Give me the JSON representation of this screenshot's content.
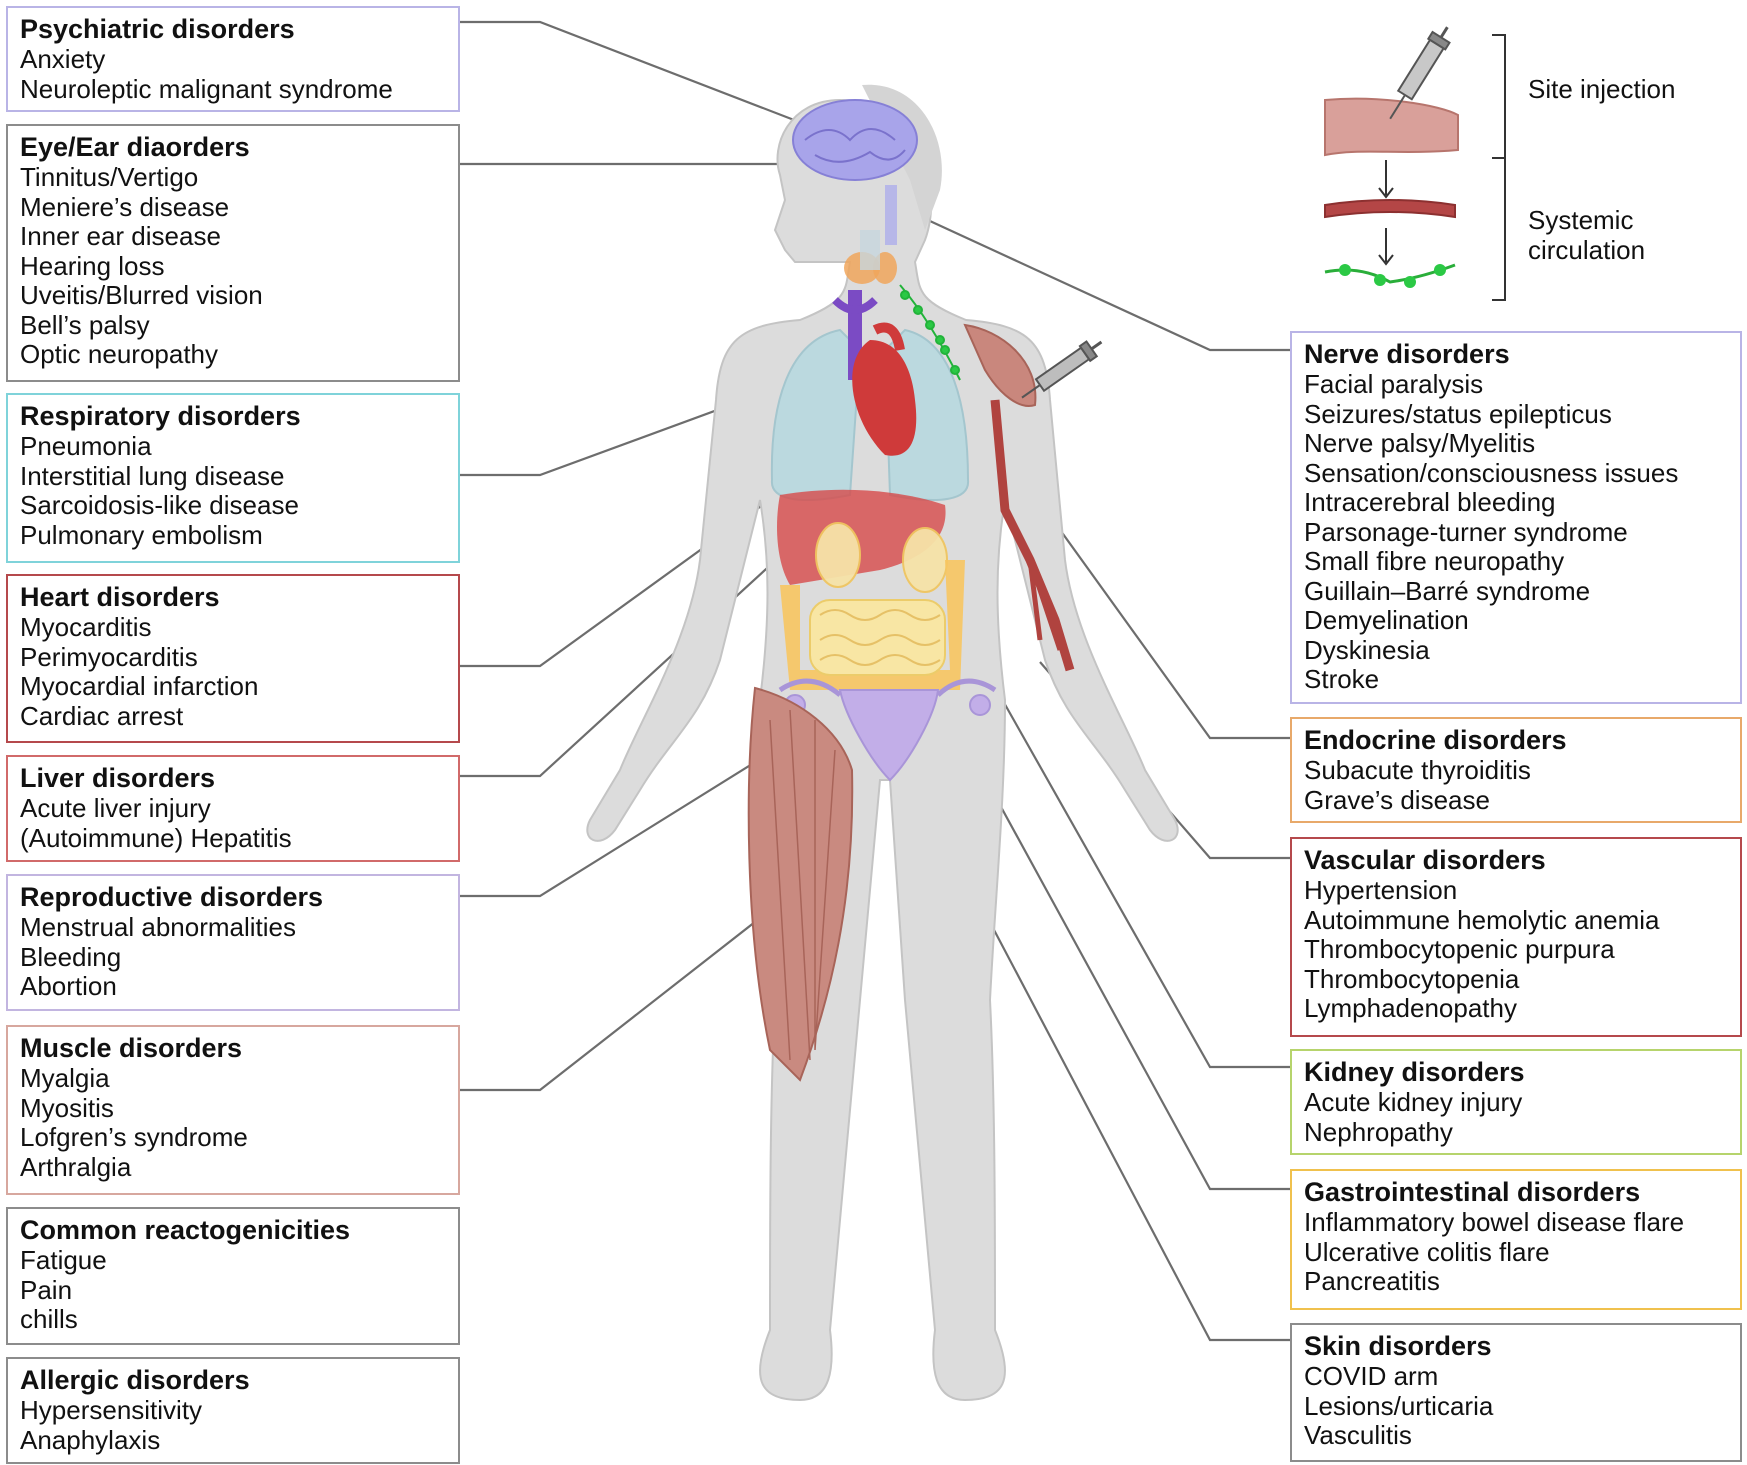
{
  "legend": {
    "site_injection": "Site injection",
    "systemic_circulation": [
      "Systemic",
      "circulation"
    ]
  },
  "colors": {
    "psychiatric": "#b9b4e6",
    "eye_ear": "#8c8c8c",
    "respiratory": "#7fd3da",
    "heart": "#b5494c",
    "liver": "#d16a6a",
    "reproductive": "#c2b5e0",
    "muscle": "#d7a79e",
    "common": "#8c8c8c",
    "allergic": "#8c8c8c",
    "nerve": "#b9b4e6",
    "endocrine": "#e8a96a",
    "vascular": "#b5494c",
    "kidney": "#b6d46c",
    "gastrointestinal": "#f0c14d",
    "skin": "#8c8c8c"
  },
  "left_groups": [
    {
      "title": "Psychiatric disorders",
      "items": [
        "Anxiety",
        "Neuroleptic malignant syndrome"
      ]
    },
    {
      "title": "Eye/Ear diaorders",
      "items": [
        "Tinnitus/Vertigo",
        "Meniere’s disease",
        "Inner ear disease",
        "Hearing loss",
        "Uveitis/Blurred vision",
        "Bell’s palsy",
        "Optic neuropathy"
      ]
    },
    {
      "title": "Respiratory disorders",
      "items": [
        "Pneumonia",
        "Interstitial lung disease",
        "Sarcoidosis-like disease",
        "Pulmonary embolism"
      ]
    },
    {
      "title": "Heart disorders",
      "items": [
        "Myocarditis",
        "Perimyocarditis",
        "Myocardial infarction",
        "Cardiac arrest"
      ]
    },
    {
      "title": "Liver disorders",
      "items": [
        "Acute liver injury",
        "(Autoimmune) Hepatitis"
      ]
    },
    {
      "title": "Reproductive disorders",
      "items": [
        "Menstrual abnormalities",
        "Bleeding",
        "Abortion"
      ]
    },
    {
      "title": "Muscle disorders",
      "items": [
        "Myalgia",
        "Myositis",
        "Lofgren’s syndrome",
        "Arthralgia"
      ]
    },
    {
      "title": "Common reactogenicities",
      "items": [
        "Fatigue",
        "Pain",
        "chills"
      ]
    },
    {
      "title": "Allergic disorders",
      "items": [
        "Hypersensitivity",
        "Anaphylaxis"
      ]
    }
  ],
  "right_groups": [
    {
      "title": "Nerve disorders",
      "items": [
        "Facial paralysis",
        "Seizures/status epilepticus",
        "Nerve palsy/Myelitis",
        "Sensation/consciousness issues",
        "Intracerebral bleeding",
        "Parsonage-turner syndrome",
        "Small fibre neuropathy",
        "Guillain–Barré syndrome",
        "Demyelination",
        "Dyskinesia",
        "Stroke"
      ]
    },
    {
      "title": "Endocrine disorders",
      "items": [
        "Subacute thyroiditis",
        "Grave’s disease"
      ]
    },
    {
      "title": "Vascular disorders",
      "items": [
        "Hypertension",
        "Autoimmune hemolytic anemia",
        "Thrombocytopenic purpura",
        "Thrombocytopenia",
        "Lymphadenopathy"
      ]
    },
    {
      "title": "Kidney disorders",
      "items": [
        "Acute kidney injury",
        "Nephropathy"
      ]
    },
    {
      "title": "Gastrointestinal disorders",
      "items": [
        "Inflammatory bowel disease flare",
        "Ulcerative colitis flare",
        "Pancreatitis"
      ]
    },
    {
      "title": "Skin disorders",
      "items": [
        "COVID arm",
        "Lesions/urticaria",
        "Vasculitis"
      ]
    }
  ]
}
